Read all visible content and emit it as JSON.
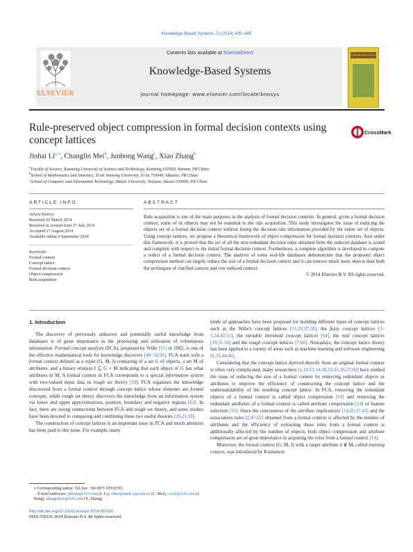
{
  "header": {
    "journal_ref": "Knowledge-Based Systems 71 (2014) 435–445",
    "contents_prefix": "Contents lists available at ",
    "contents_link": "ScienceDirect",
    "journal_title": "Knowledge-Based Systems",
    "homepage": "journal homepage: www.elsevier.com/locate/knosys",
    "publisher": "ELSEVIER",
    "cover_title": "Knowledge-Based Systems"
  },
  "article": {
    "title": "Rule-preserved object compression in formal decision contexts using concept lattices",
    "crossmark": "CrossMark",
    "authors": [
      {
        "name": "Jinhai Li",
        "sup": "a,∗"
      },
      {
        "name": "Changlin Mei",
        "sup": "b"
      },
      {
        "name": "Junhong Wang",
        "sup": "c"
      },
      {
        "name": "Xiao Zhang",
        "sup": "b"
      }
    ],
    "affiliations": [
      {
        "sup": "a",
        "text": "Faculty of Science, Kunming University of Science and Technology, Kunming 650500, Yunnan, PR China"
      },
      {
        "sup": "b",
        "text": "School of Mathematics and Statistics, Xi'an Jiaotong University, Xi'an 710049, Shaanxi, PR China"
      },
      {
        "sup": "c",
        "text": "School of Computer and Information Technology, Shanxi University, Taiyuan, Shanxi 030006, PR China"
      }
    ]
  },
  "info": {
    "heading": "ARTICLE INFO",
    "history_label": "Article history:",
    "history": [
      "Received 26 March 2014",
      "Received in revised form 17 July 2014",
      "Accepted 27 August 2014",
      "Available online 6 September 2014"
    ],
    "keywords_label": "Keywords:",
    "keywords": [
      "Formal context",
      "Concept lattice",
      "Formal decision context",
      "Object compression",
      "Rule acquisition"
    ]
  },
  "abstract": {
    "heading": "ABSTRACT",
    "text": "Rule acquisition is one of the main purposes in the analysis of formal decision contexts. In general, given a formal decision context, some of its objects may not be essential to the rule acquisition. This study investigates the issue of reducing the objects set of a formal decision context without losing the decision rule information provided by the entire set of objects. Using concept lattices, we propose a theoretical framework of object compression for formal decision contexts. And under this framework, it is proved that the set of all the non-redundant decision rules obtained from the reduced database is sound and complete with respect to the initial formal decision context. Furthermore, a complete algorithm is developed to compute a reduct of a formal decision context. The analysis of some real-life databases demonstrates that the proposed object compression method can largely reduce the size of a formal decision context and it can remove much more objects than both the techniques of clarified context and row reduced context.",
    "copyright": "© 2014 Elsevier B.V. All rights reserved."
  },
  "intro": {
    "heading": "1. Introduction"
  },
  "left_col": {
    "p1_a": "The discovery of previously unknown and potentially useful knowledge from databases is of great importance in the processing and utilization of voluminous information. ",
    "p1_fca": "Formal concept analysis",
    "p1_b": " (FCA), proposed by Wille ",
    "ref_55": "[55]",
    "p1_c": " in 1982, is one of the effective mathematical tools for knowledge discovery ",
    "ref_48": "[48–50,56]",
    "p1_d": ". FCA starts with a ",
    "p1_fc": "formal context",
    "p1_e": " defined as a triple (G, M, I) consisting of a set G of objects, a set M of attributes, and a binary relation I ⊆ G × M indicating that each object of G has what attributes in M. A formal context in FCA corresponds to a special ",
    "p1_is": "information system",
    "p1_f": " with two-valued input data in ",
    "p1_rs": "rough set theory",
    "ref_39": "[39]",
    "p1_g": ". FCA organizes the knowledge discovered from a formal context through ",
    "p1_cl": "concept lattice",
    "p1_h": " whose elements are ",
    "p1_fcs": "formal concepts",
    "p1_i": ", while rough set theory discovers the knowledge from an information system via lower and upper approximations, positive, boundary and negative regions ",
    "ref_63": "[63]",
    "p1_j": ". In fact, there are strong connections between FCA and rough set theory, and some studies have been devoted to comparing and combining these two useful theories ",
    "ref_20": "[20,21,59]",
    "p1_k": ".",
    "p2": "The construction of concept lattices is an important issue in FCA and much attention has been paid to this issue. For example, many"
  },
  "footnotes": {
    "corresponding": "∗ Corresponding author. Tel./fax: +86 0871 65916703.",
    "email_label": "E-mail addresses: ",
    "email_1": "jhlixjtu@163.com",
    "email_1_who": " (J. Li), ",
    "email_2": "clmei@mail.xjtu.edu.cn",
    "email_2_who": " (C. Mei), ",
    "email_3": "cswjh@126.com",
    "email_3_who": " (J. Wang), ",
    "email_4": "zhangxiaoo@126.com",
    "email_4_who": " (X. Zhang).",
    "doi": "http://dx.doi.org/10.1016/j.knosys.2014.08.020",
    "issn": "0950-7051/© 2014 Elsevier B.V. All rights reserved."
  },
  "right_col": {
    "p1_a": "kinds of approaches have been proposed for building different types of concept lattices such as the Wille's concept lattices ",
    "ref_a": "[15,26,37,38]",
    "p1_b": ", the ",
    "p1_fz": "fuzzy concept lattices",
    "ref_b": "[3–5,34,42,51]",
    "p1_c": ", the ",
    "p1_vt": "variable threshold concept lattices",
    "ref_c": "[64]",
    "p1_d": ", the ",
    "p1_rl": "real concept lattices",
    "ref_d": "[19,31,58]",
    "p1_e": " and the ",
    "p1_ro": "rough concept lattices",
    "ref_e": "[7,60]",
    "p1_f": ". Nowadays, the concept lattice theory has been applied to a variety of areas such as machine learning and software engineering ",
    "ref_f": "[6,23,44,46]",
    "p1_g": ".",
    "p2_a": "Considering that the concept lattice derived directly from an original formal context is often very complicated, many researchers ",
    "ref_g": "[1,10,13,14,18,33,35,36,57,66]",
    "p2_b": " have studied the issue of reducing the size of a formal context by removing redundant objects or attributes to improve the efficiency of constructing the concept lattice and the understandability of the resulting concept lattice. In FCA, removing the redundant objects of a formal context is called object compression ",
    "ref_h": "[14]",
    "p2_c": " and removing the redundant attributes of a formal context is called attribute compression ",
    "ref_i": "[14]",
    "p2_d": " or feature selection ",
    "ref_j": "[13]",
    "p2_e": ". Since the conciseness of the ",
    "p2_ai": "attribute implications",
    "ref_k": "[14,16,17,43]",
    "p2_f": " and the ",
    "p2_ar": "association rules",
    "ref_l": "[2,47,62]",
    "p2_g": " obtained from a formal context is affected by the number of attributes and the efficiency of extracting these rules from a formal context is additionally affected by the number of objects, both object compression and attribute compression are of great importance in acquiring the rules from a formal context ",
    "ref_m": "[14]",
    "p2_h": ".",
    "p3_a": "Moreover, the formal context (G, M, I) with a target attribute d ∉ M, called ",
    "p3_tc": "training context",
    "p3_b": ", was introduced by Kuznetsov"
  }
}
